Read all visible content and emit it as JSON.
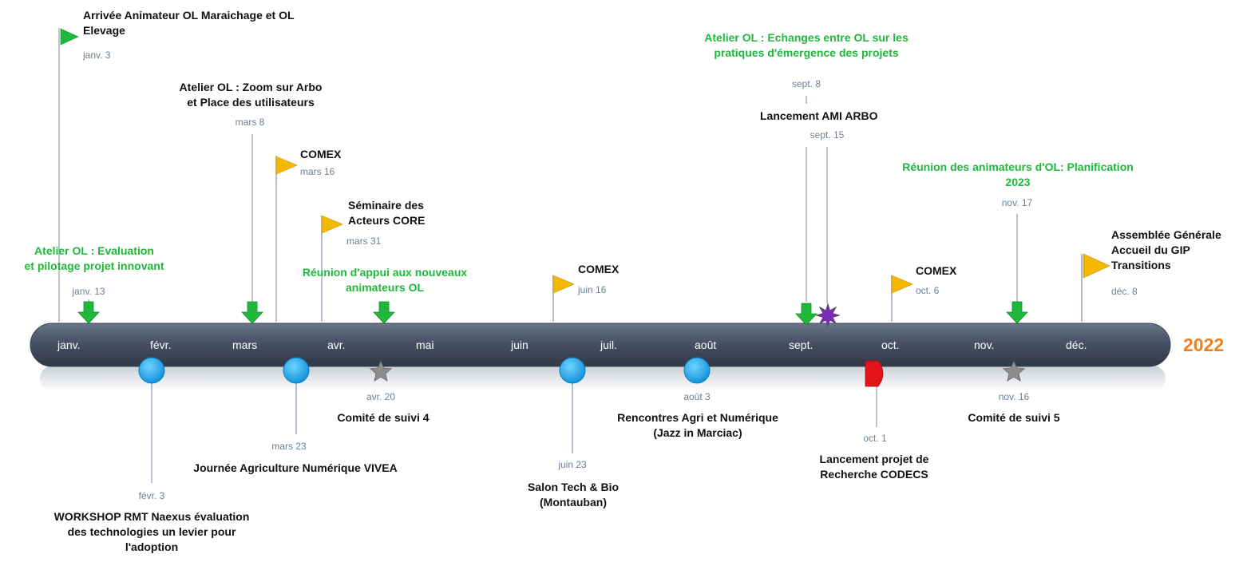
{
  "year": "2022",
  "colors": {
    "green": "#1fb83a",
    "orange": "#f07f22",
    "date": "#6b7f95",
    "bar": "#4a5566",
    "blue": "#1aa3e8",
    "purple": "#7a2bb5",
    "gray": "#8c8c8c",
    "red": "#e4131b",
    "yellow": "#f5b800"
  },
  "months": [
    "janv.",
    "févr.",
    "mars",
    "avr.",
    "mai",
    "juin",
    "juil.",
    "août",
    "sept.",
    "oct.",
    "nov.",
    "déc."
  ],
  "above": [
    {
      "icon": "green-flag-icon",
      "date": "janv. 3",
      "label_lines": [
        "Arrivée Animateur OL Maraichage et OL",
        "Elevage"
      ]
    },
    {
      "icon": "green-arrow-icon",
      "date": "janv. 13",
      "label_lines": [
        "Atelier OL : Evaluation",
        "et pilotage projet innovant"
      ]
    },
    {
      "icon": "green-arrow-icon",
      "date": "mars 8",
      "label_lines": [
        "Atelier OL : Zoom sur Arbo",
        "et Place des utilisateurs"
      ]
    },
    {
      "icon": "yellow-flag-icon",
      "date": "mars 16",
      "label_lines": [
        "COMEX"
      ]
    },
    {
      "icon": "yellow-flag-icon",
      "date": "mars 31",
      "label_lines": [
        "Séminaire des",
        "Acteurs CORE"
      ]
    },
    {
      "icon": "green-arrow-icon",
      "date": "",
      "label_lines": [
        "Réunion d'appui aux nouveaux",
        "animateurs OL"
      ]
    },
    {
      "icon": "yellow-flag-icon",
      "date": "juin 16",
      "label_lines": [
        "COMEX"
      ]
    },
    {
      "icon": "green-arrow-icon",
      "date": "sept. 8",
      "label_lines": [
        "Atelier OL : Echanges  entre OL sur les",
        "pratiques  d'émergence des projets"
      ]
    },
    {
      "icon": "purple-star-icon",
      "date": "sept. 15",
      "label_lines": [
        "Lancement AMI ARBO"
      ]
    },
    {
      "icon": "yellow-flag-icon",
      "date": "oct. 6",
      "label_lines": [
        "COMEX"
      ]
    },
    {
      "icon": "green-arrow-icon",
      "date": "nov. 17",
      "label_lines": [
        "Réunion des animateurs d'OL: Planification",
        "2023"
      ]
    },
    {
      "icon": "yellow-flag-icon",
      "date": "déc. 8",
      "label_lines": [
        "Assemblée Générale",
        "Accueil du GIP",
        "Transitions"
      ]
    }
  ],
  "below": [
    {
      "icon": "blue-circle-icon",
      "date": "févr. 3",
      "label_lines": [
        "WORKSHOP RMT Naexus évaluation",
        "des technologies un levier pour",
        "l'adoption"
      ]
    },
    {
      "icon": "blue-circle-icon",
      "date": "mars 23",
      "label_lines": [
        "Journée Agriculture Numérique VIVEA"
      ]
    },
    {
      "icon": "gray-star-icon",
      "date": "avr. 20",
      "label_lines": [
        "Comité de suivi 4"
      ]
    },
    {
      "icon": "blue-circle-icon",
      "date": "juin 23",
      "label_lines": [
        "Salon Tech & Bio",
        "(Montauban)"
      ]
    },
    {
      "icon": "blue-circle-icon",
      "date": "août 3",
      "label_lines": [
        "Rencontres Agri et Numérique",
        "(Jazz in Marciac)"
      ]
    },
    {
      "icon": "red-shape-icon",
      "date": "oct. 1",
      "label_lines": [
        "Lancement projet de",
        "Recherche CODECS"
      ]
    },
    {
      "icon": "gray-star-icon",
      "date": "nov. 16",
      "label_lines": [
        "Comité de suivi 5"
      ]
    }
  ]
}
